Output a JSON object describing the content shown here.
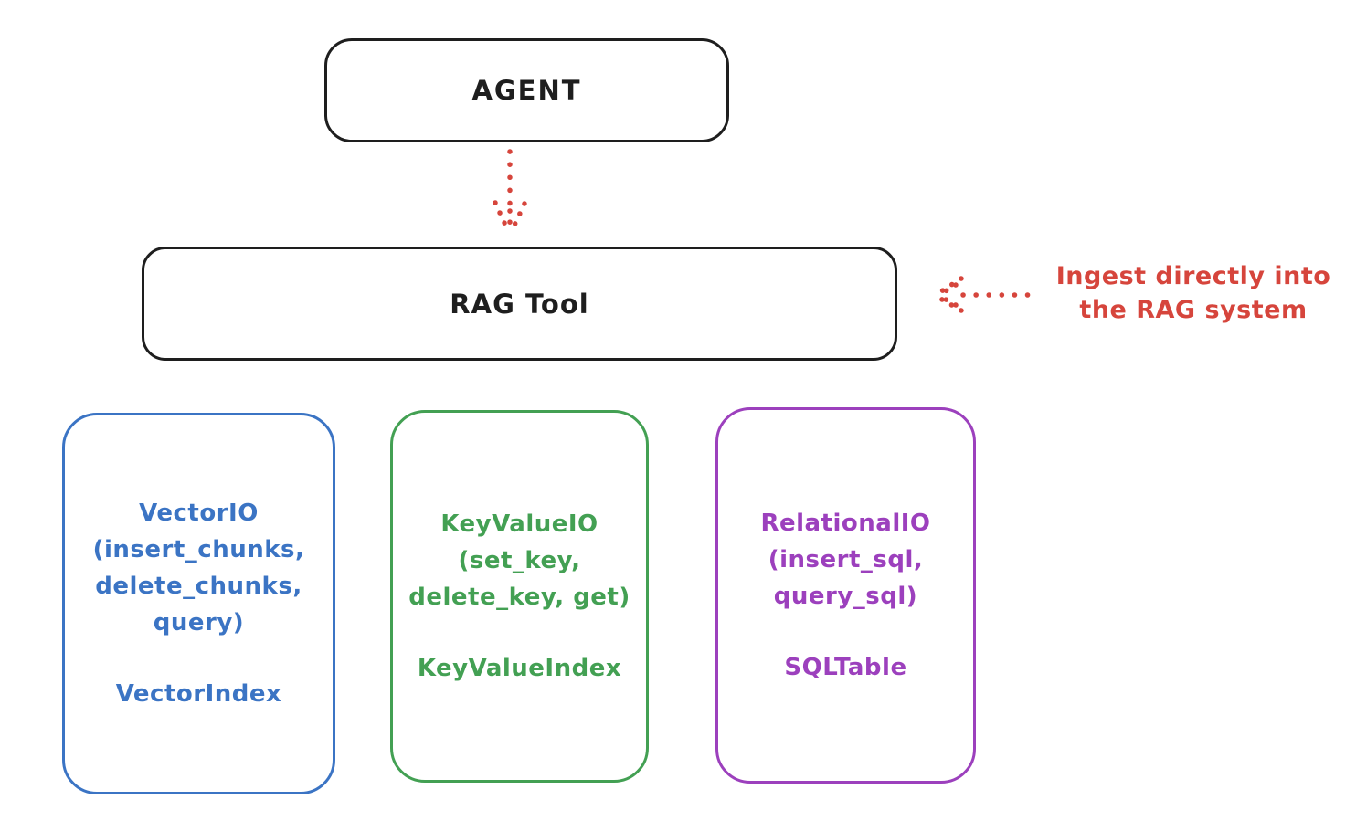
{
  "agent_box": {
    "label": "AGENT"
  },
  "rag_tool_box": {
    "label": "RAG Tool"
  },
  "ingest_annotation": {
    "line1": "Ingest directly into",
    "line2": "the RAG system"
  },
  "storage_boxes": [
    {
      "name": "vector-io",
      "color": "#3b74c4",
      "title_lines": [
        "VectorIO",
        "(insert_chunks,",
        "delete_chunks,",
        "query)"
      ],
      "index_label": "VectorIndex"
    },
    {
      "name": "keyvalue-io",
      "color": "#43a053",
      "title_lines": [
        "KeyValueIO",
        "(set_key,",
        "delete_key, get)"
      ],
      "index_label": "KeyValueIndex"
    },
    {
      "name": "relational-io",
      "color": "#9c40bd",
      "title_lines": [
        "RelationalIO",
        "(insert_sql,",
        "query_sql)"
      ],
      "index_label": "SQLTable"
    }
  ],
  "colors": {
    "ink": "#1e1e1e",
    "accent_red": "#d6453c",
    "background": "#ffffff"
  }
}
